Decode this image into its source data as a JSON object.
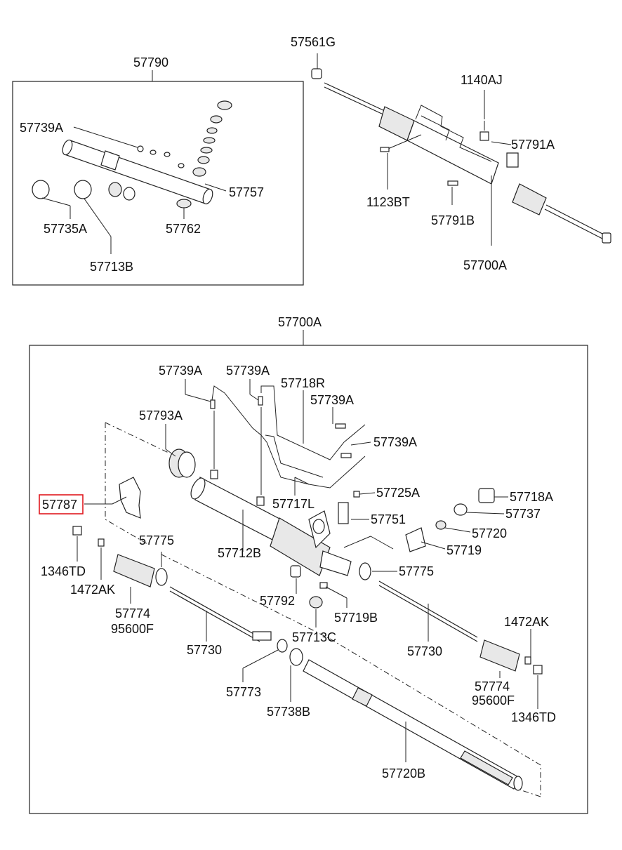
{
  "labels": {
    "assy_upper": "57790",
    "p57561G": "57561G",
    "p1140AJ": "1140AJ",
    "p57739A_u": "57739A",
    "p57791A": "57791A",
    "p57757": "57757",
    "p1123BT": "1123BT",
    "p57735A": "57735A",
    "p57762": "57762",
    "p57791B": "57791B",
    "p57713B": "57713B",
    "p57700A_u": "57700A",
    "assy_lower": "57700A",
    "p57739A_1": "57739A",
    "p57739A_2": "57739A",
    "p57718R": "57718R",
    "p57739A_3": "57739A",
    "p57793A": "57793A",
    "p57739A_4": "57739A",
    "p57725A": "57725A",
    "p57718A": "57718A",
    "p57717L": "57717L",
    "p57787": "57787",
    "p57751": "57751",
    "p57737": "57737",
    "p57720": "57720",
    "p57775_l": "57775",
    "p57719": "57719",
    "p57712B": "57712B",
    "p1346TD_l": "1346TD",
    "p57775_r": "57775",
    "p1472AK_l": "1472AK",
    "p57792": "57792",
    "p57774_l": "57774",
    "p57719B": "57719B",
    "p95600F_l": "95600F",
    "p57713C": "57713C",
    "p1472AK_r": "1472AK",
    "p57730_l": "57730",
    "p57730_r": "57730",
    "p57773": "57773",
    "p57774_r": "57774",
    "p95600F_r": "95600F",
    "p57738B": "57738B",
    "p1346TD_r": "1346TD",
    "p57720B": "57720B"
  },
  "highlight": {
    "part": "57787",
    "color": "#e0181e"
  }
}
